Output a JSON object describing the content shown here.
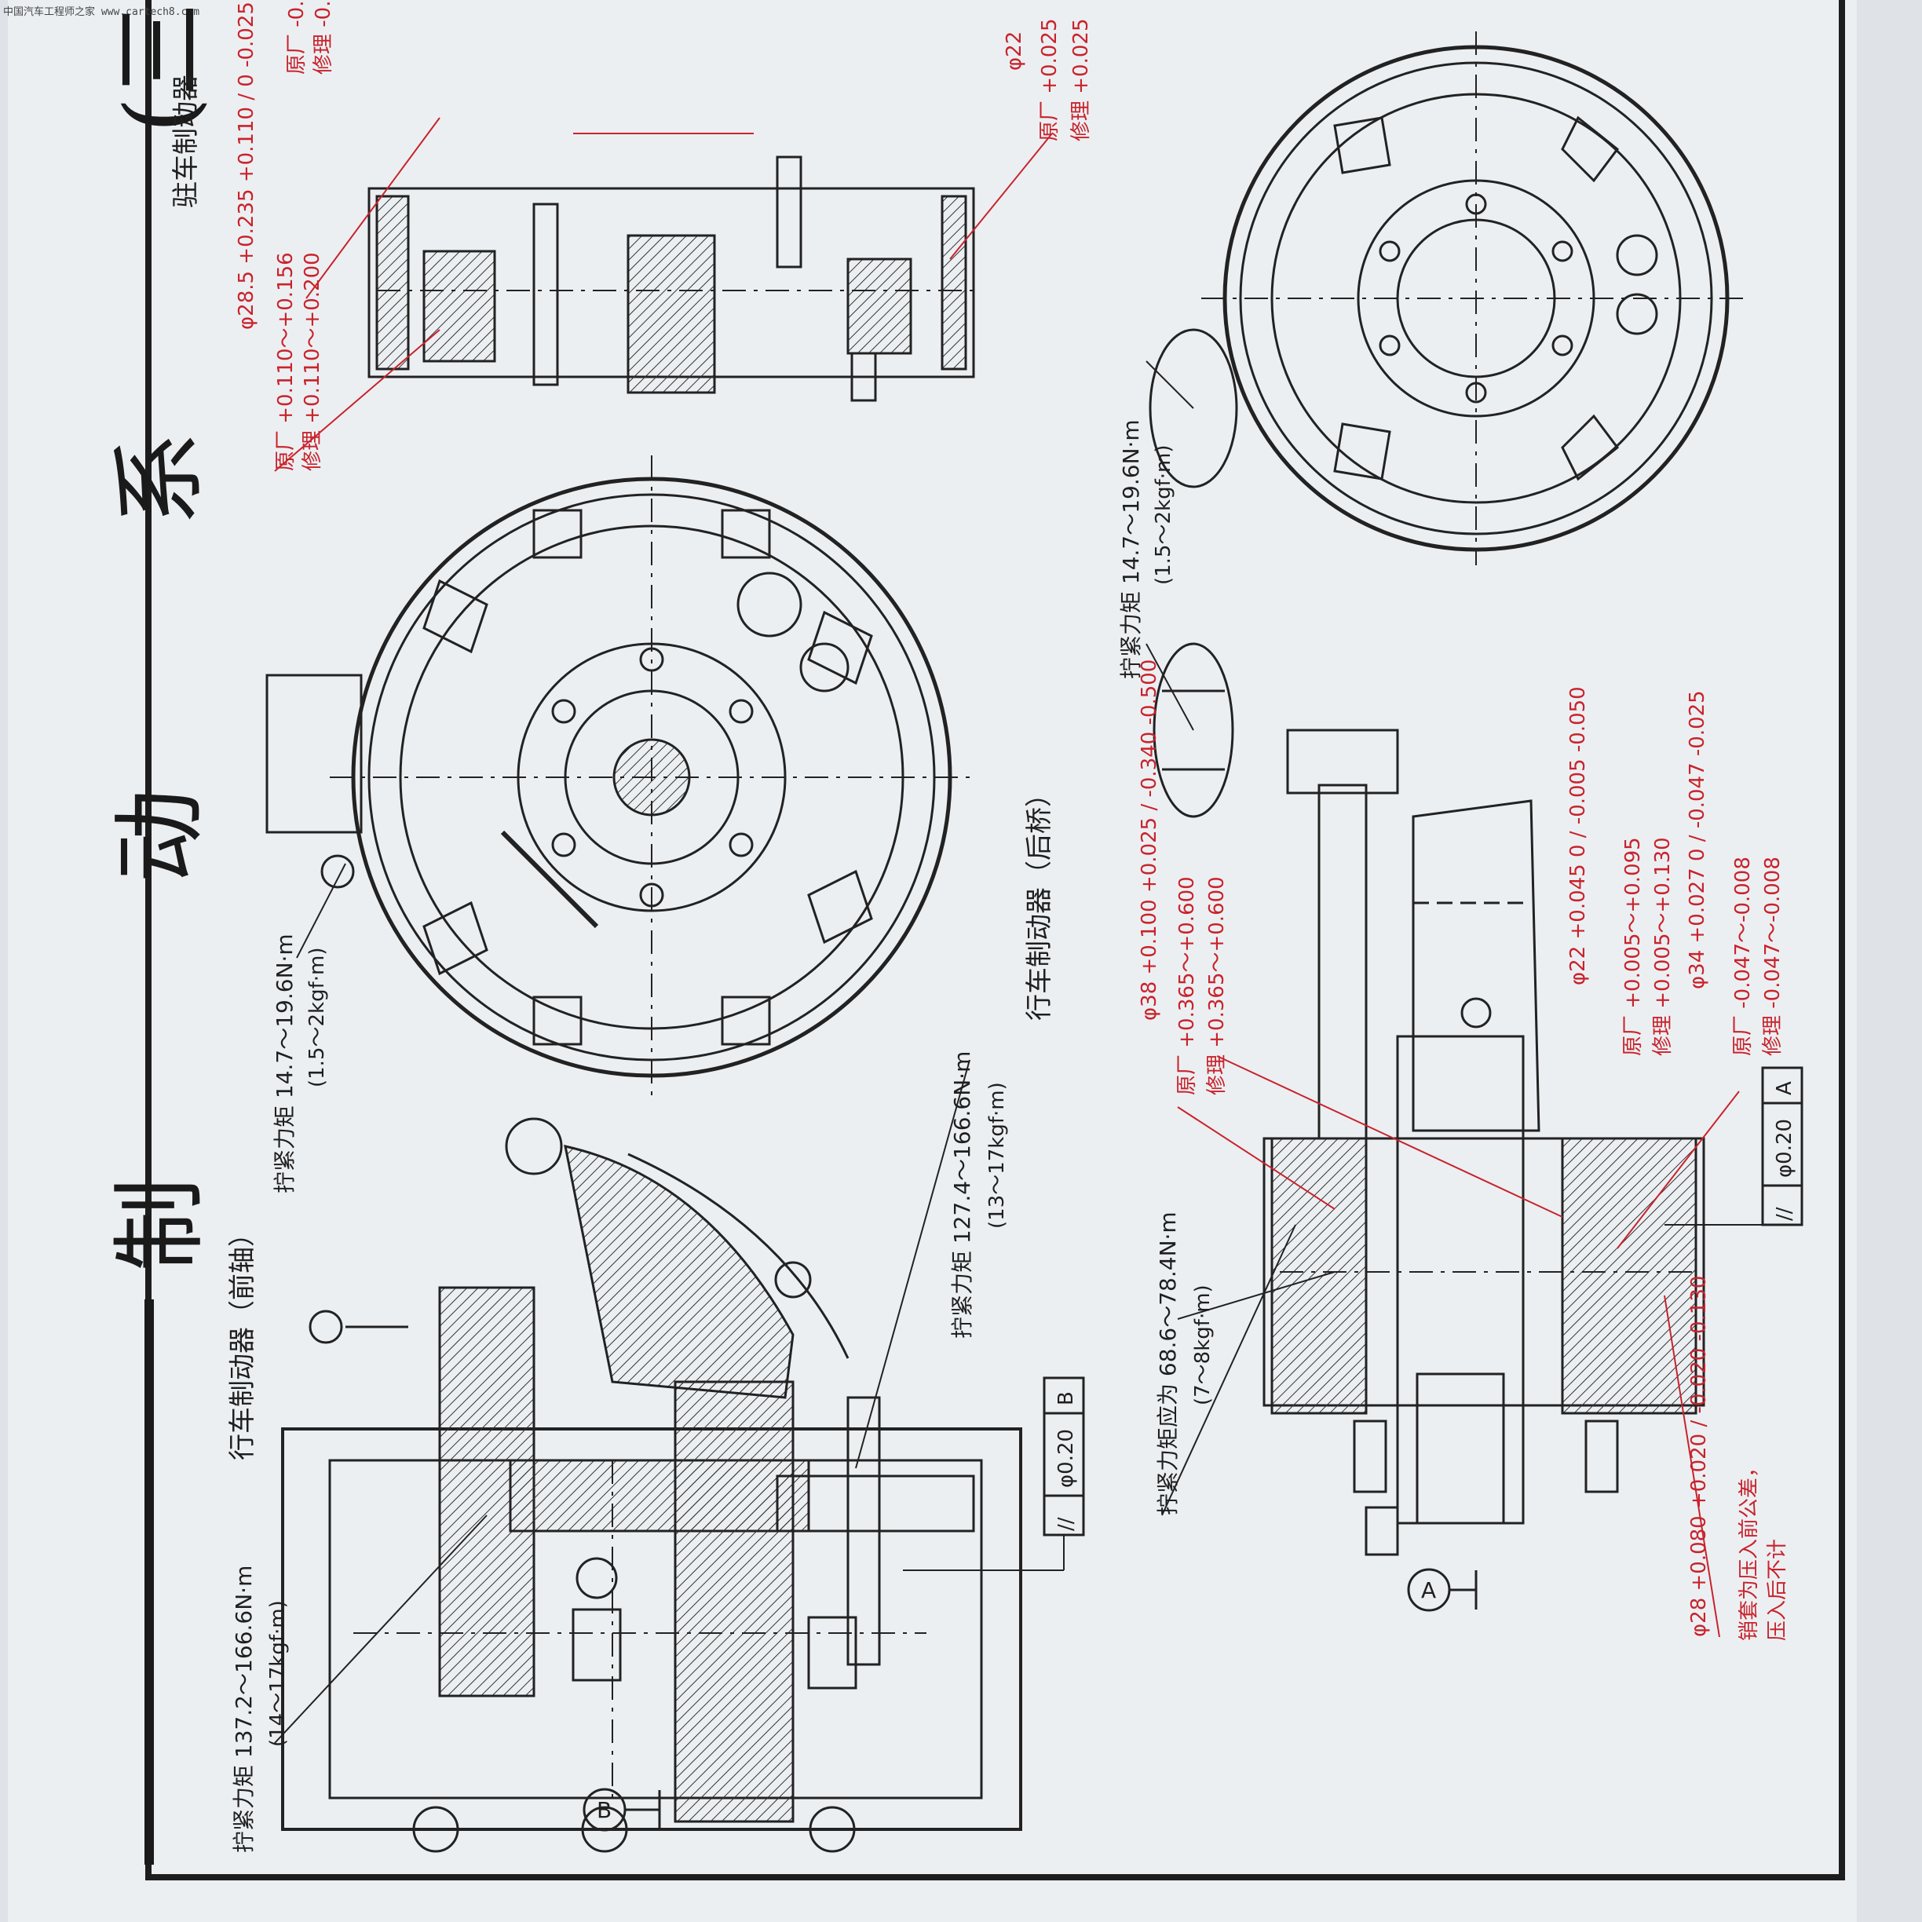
{
  "watermark": "中国汽车工程师之家 www.cartech8.com",
  "title": {
    "char1": "制",
    "char2": "动",
    "char3": "系",
    "char4": "(三"
  },
  "subtitles": {
    "front_axle": "行车制动器（前轴）",
    "rear_axle": "行车制动器（后桥）",
    "parking_brake": "驻车制动器"
  },
  "datums": {
    "a": "A",
    "b": "B"
  },
  "gdt_frames": {
    "front": {
      "symbol": "//",
      "tolerance": "φ0.20",
      "datum": "B"
    },
    "rear": {
      "symbol": "//",
      "tolerance": "φ0.20",
      "datum": "A"
    }
  },
  "torque_annotations": [
    {
      "value": "拧紧力矩 137.2～166.6N·m",
      "alt": "(14～17kgf·m)"
    },
    {
      "value": "拧紧力矩 14.7～19.6N·m",
      "alt": "(1.5～2kgf·m)"
    },
    {
      "value": "拧紧力矩 127.4～166.6N·m",
      "alt": "(13～17kgf·m)"
    },
    {
      "value": "拧紧力矩应为 68.6～78.4N·m",
      "alt": "(7～8kgf·m)"
    },
    {
      "value": "拧紧力矩 14.7～19.6N·m",
      "alt": "(1.5～2kgf·m)"
    }
  ],
  "tolerance_annotations": [
    {
      "size": "φ28.5 +0.235 +0.110 / 0 -0.025",
      "factory": "原厂 +0.110～+0.156",
      "repair": "修理 +0.110～+0.200"
    },
    {
      "size": "φ22",
      "factory": "原厂 +0.025",
      "repair": "修理 +0.025"
    },
    {
      "factory": "原厂 -0.",
      "repair": "修理 -0."
    },
    {
      "size": "φ38 +0.100 +0.025 / -0.340 -0.500",
      "factory": "原厂 +0.365～+0.600",
      "repair": "修理 +0.365～+0.600"
    },
    {
      "size": "φ22 +0.045 0 / -0.005 -0.050",
      "factory": "原厂 +0.005～+0.095",
      "repair": "修理 +0.005～+0.130"
    },
    {
      "size": "φ34 +0.027 0 / -0.047 -0.025",
      "factory": "原厂 -0.047～-0.008",
      "repair": "修理 -0.047～-0.008"
    },
    {
      "size": "φ28 +0.080 +0.020 / -0.020 -0.130",
      "note_line1": "销套为压入前公差，",
      "note_line2": "压入后不计"
    }
  ]
}
